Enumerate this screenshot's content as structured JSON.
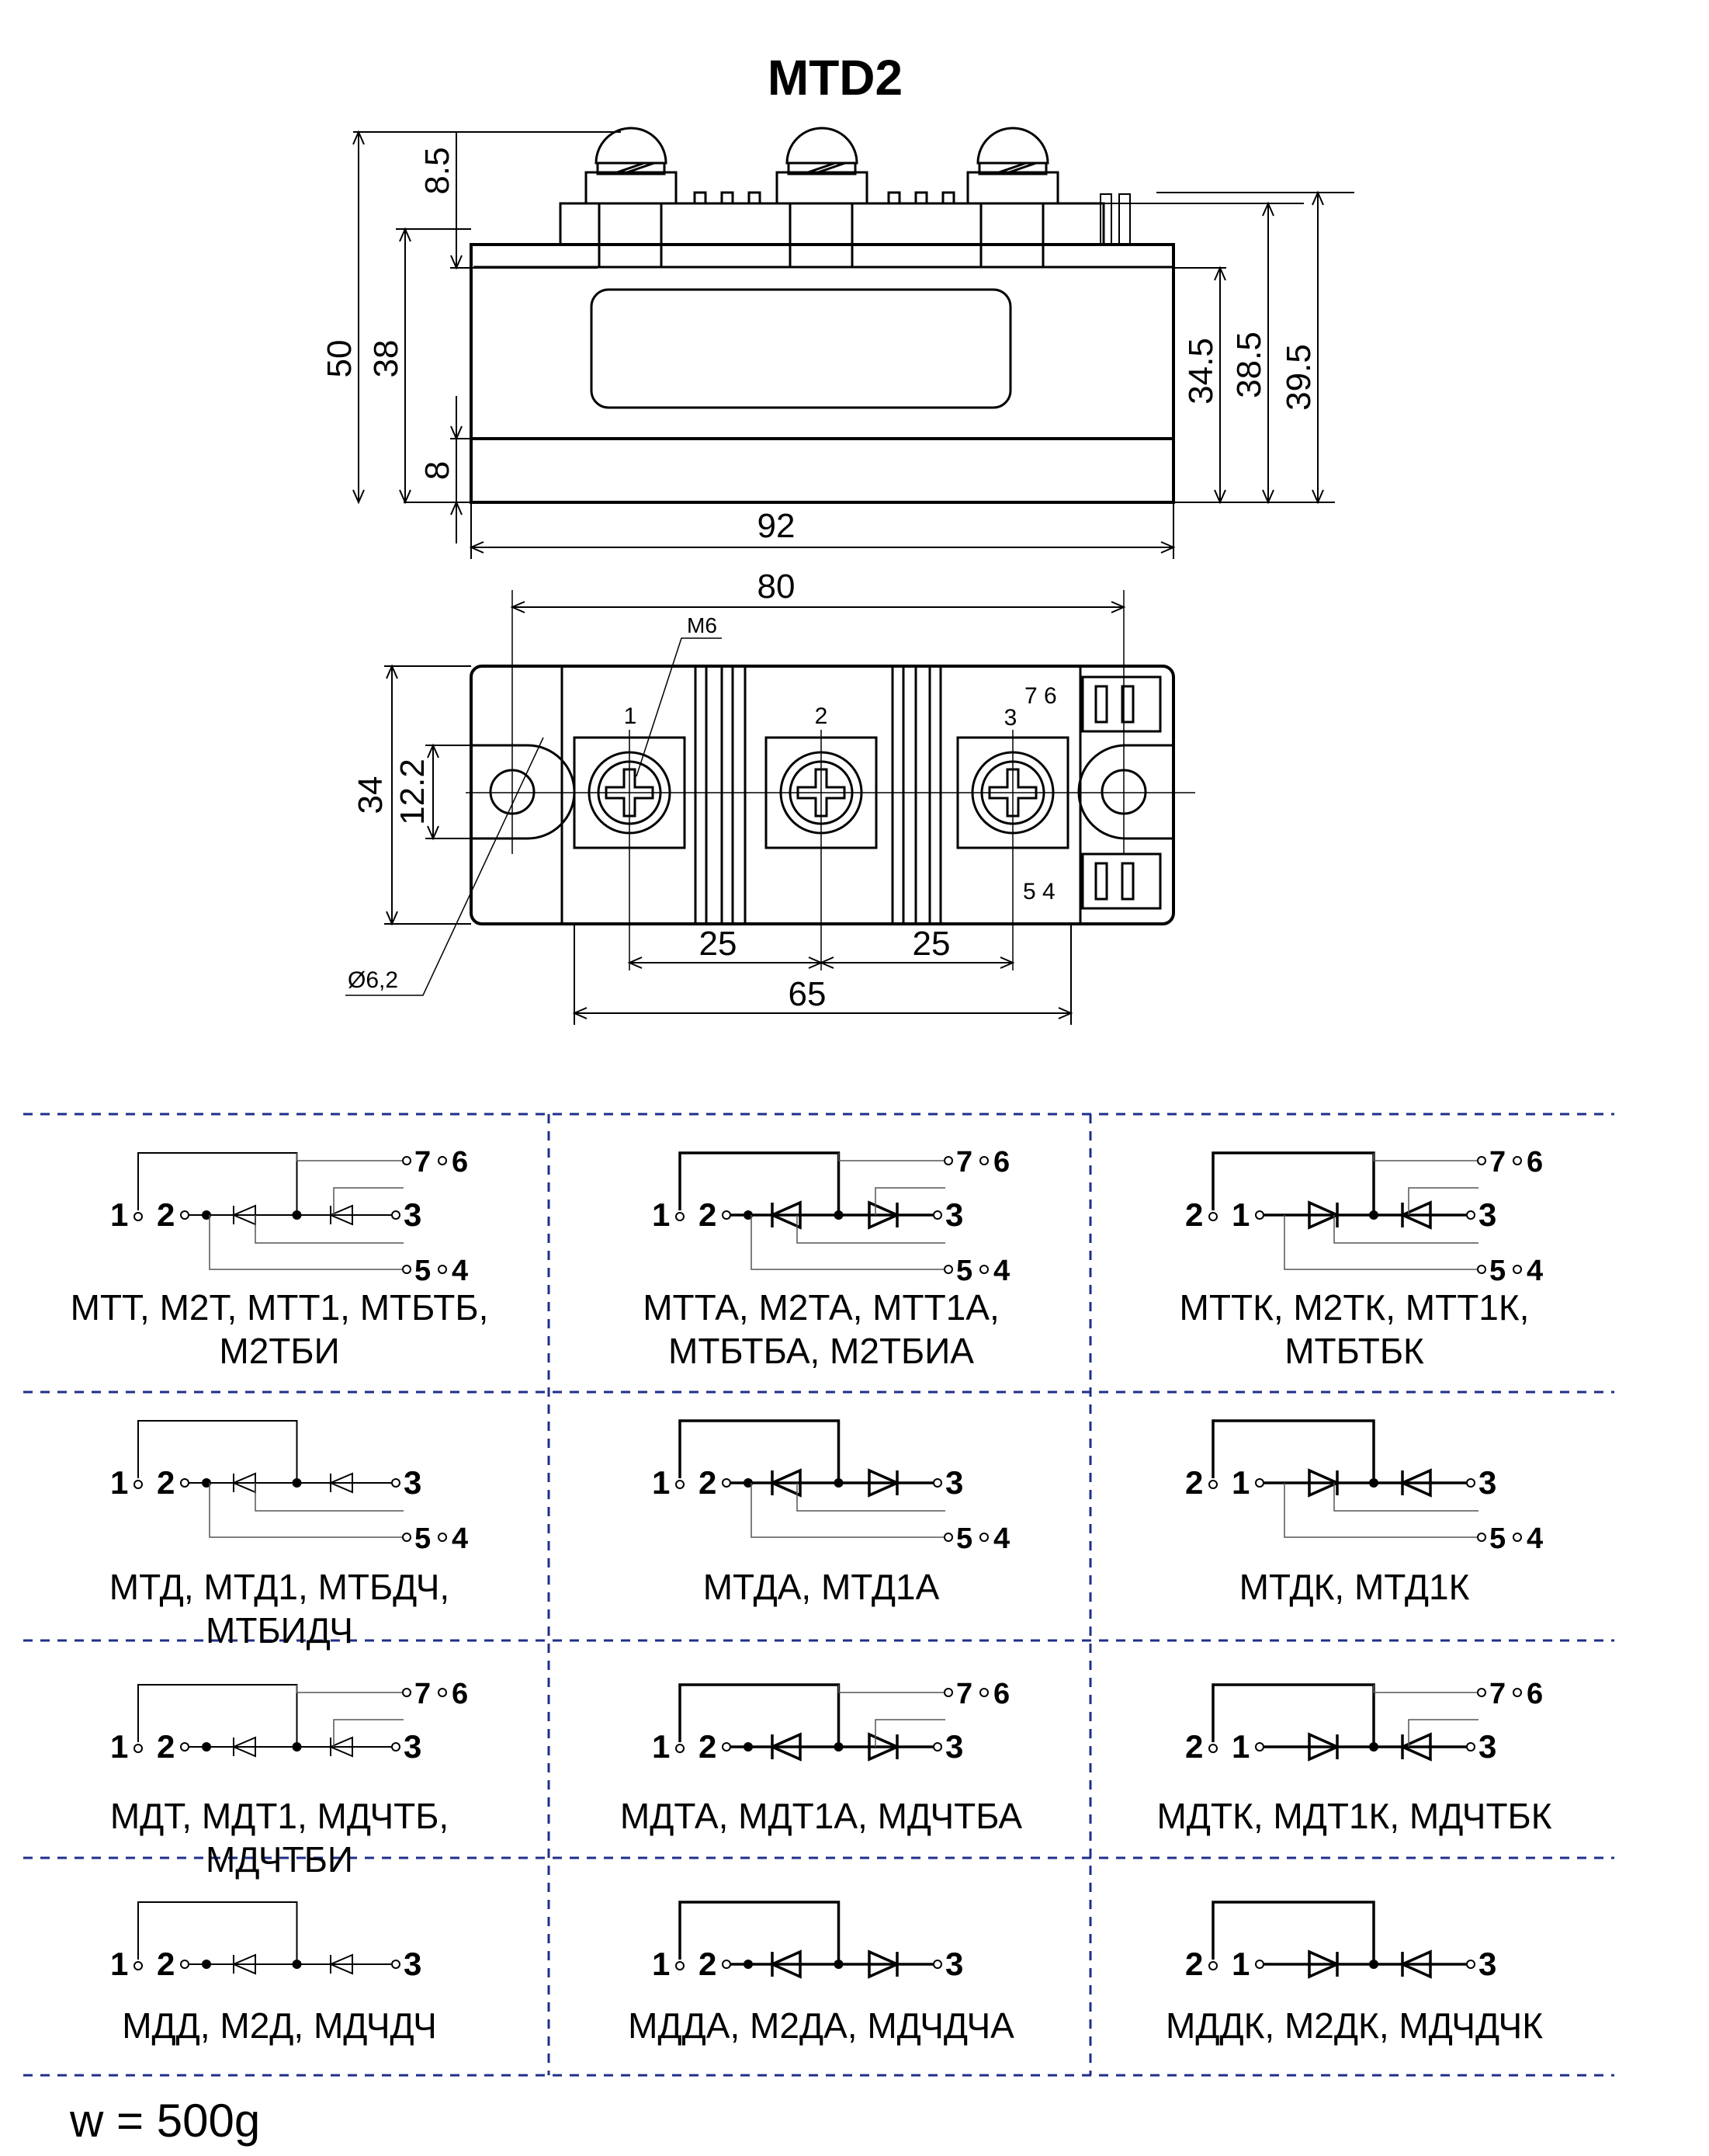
{
  "title": "MTD2",
  "side_view": {
    "dims": {
      "h50": "50",
      "h38": "38",
      "h8_5": "8.5",
      "h8": "8",
      "h34_5": "34.5",
      "h38_5": "38.5",
      "h39_5": "39.5",
      "w92": "92"
    }
  },
  "top_view": {
    "dims": {
      "w80": "80",
      "h34": "34",
      "h12_2": "12.2",
      "w25a": "25",
      "w25b": "25",
      "w65": "65",
      "thread": "M6",
      "hole": "Ø6,2"
    },
    "terminal_labels": [
      "1",
      "2",
      "3"
    ],
    "aux_top": "7 6",
    "aux_bottom": "5 4"
  },
  "schematics": [
    {
      "id": "mtt",
      "lines": [
        "МТТ, М2Т, МТТ1, МТБТБ,",
        "М2ТБИ"
      ],
      "pins": {
        "a": "1",
        "b": "2",
        "c": "3",
        "t1": "7",
        "t2": "6",
        "b1": "5",
        "b2": "4"
      }
    },
    {
      "id": "mtta",
      "lines": [
        "МТТА, М2ТА, МТТ1А,",
        "МТБТБА, М2ТБИА"
      ],
      "pins": {
        "a": "1",
        "b": "2",
        "c": "3",
        "t1": "7",
        "t2": "6",
        "b1": "5",
        "b2": "4"
      }
    },
    {
      "id": "mttk",
      "lines": [
        "МТТК, М2ТК, МТТ1К,",
        "МТБТБК"
      ],
      "pins": {
        "a": "2",
        "b": "1",
        "c": "3",
        "t1": "7",
        "t2": "6",
        "b1": "5",
        "b2": "4"
      }
    },
    {
      "id": "mtd",
      "lines": [
        "МТД, МТД1, МТБДЧ,",
        "МТБИДЧ"
      ],
      "pins": {
        "a": "1",
        "b": "2",
        "c": "3",
        "b1": "5",
        "b2": "4"
      }
    },
    {
      "id": "mtda",
      "lines": [
        "МТДА, МТД1А"
      ],
      "pins": {
        "a": "1",
        "b": "2",
        "c": "3",
        "b1": "5",
        "b2": "4"
      }
    },
    {
      "id": "mtdk",
      "lines": [
        "МТДК, МТД1К"
      ],
      "pins": {
        "a": "2",
        "b": "1",
        "c": "3",
        "b1": "5",
        "b2": "4"
      }
    },
    {
      "id": "mdt",
      "lines": [
        "МДТ, МДТ1, МДЧТБ,",
        "МДЧТБИ"
      ],
      "pins": {
        "a": "1",
        "b": "2",
        "c": "3",
        "t1": "7",
        "t2": "6"
      }
    },
    {
      "id": "mdta",
      "lines": [
        "МДТА, МДТ1А, МДЧТБА"
      ],
      "pins": {
        "a": "1",
        "b": "2",
        "c": "3",
        "t1": "7",
        "t2": "6"
      }
    },
    {
      "id": "mdtk",
      "lines": [
        "МДТК, МДТ1К, МДЧТБК"
      ],
      "pins": {
        "a": "2",
        "b": "1",
        "c": "3",
        "t1": "7",
        "t2": "6"
      }
    },
    {
      "id": "mdd",
      "lines": [
        "МДД, М2Д, МДЧДЧ"
      ],
      "pins": {
        "a": "1",
        "b": "2",
        "c": "3"
      }
    },
    {
      "id": "mdda",
      "lines": [
        "МДДА, М2ДА, МДЧДЧА"
      ],
      "pins": {
        "a": "1",
        "b": "2",
        "c": "3"
      }
    },
    {
      "id": "mddk",
      "lines": [
        "МДДК, М2ДК, МДЧДЧК"
      ],
      "pins": {
        "a": "2",
        "b": "1",
        "c": "3"
      }
    }
  ],
  "weight": "w = 500g",
  "colors": {
    "line": "#000000",
    "grid": "#1f2f8a",
    "thin": "#555555"
  }
}
